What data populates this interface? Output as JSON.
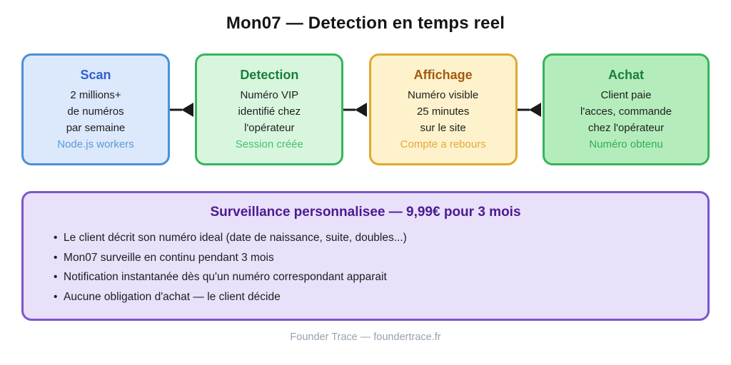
{
  "page": {
    "title": "Mon07 — Detection en temps reel",
    "footer": "Founder Trace — foundertrace.fr"
  },
  "flow": {
    "arrow_direction": "left",
    "arrow_color": "#1a1a1a",
    "boxes": [
      {
        "id": "scan",
        "title": "Scan",
        "lines": [
          "2 millions+",
          "de numéros",
          "par semaine"
        ],
        "note": "Node.js workers",
        "bg": "#dce8fb",
        "border": "#4a90d9",
        "title_color": "#2e5fd3",
        "note_color": "#5b9bd8"
      },
      {
        "id": "detection",
        "title": "Detection",
        "lines": [
          "Numéro VIP",
          "identifié chez",
          "l'opérateur"
        ],
        "note": "Session créée",
        "bg": "#d8f6de",
        "border": "#36b45c",
        "title_color": "#1b7e3c",
        "note_color": "#43c06d"
      },
      {
        "id": "affichage",
        "title": "Affichage",
        "lines": [
          "Numéro visible",
          "25 minutes",
          "sur le site"
        ],
        "note": "Compte a rebours",
        "bg": "#fdf2cb",
        "border": "#e2a72e",
        "title_color": "#a4590f",
        "note_color": "#e9a63c"
      },
      {
        "id": "achat",
        "title": "Achat",
        "lines": [
          "Client paie",
          "l'acces, commande",
          "chez l'opérateur"
        ],
        "note": "Numéro obtenu",
        "bg": "#b4edbb",
        "border": "#36b45c",
        "title_color": "#1b7e3c",
        "note_color": "#2fae57"
      }
    ]
  },
  "panel": {
    "title": "Surveillance personnalisee — 9,99€ pour 3 mois",
    "bg": "#e9e0fa",
    "border": "#7d55cc",
    "title_color": "#4c1a90",
    "bullets": [
      "Le client décrit son numéro ideal (date de naissance, suite, doubles...)",
      "Mon07 surveille en continu pendant 3 mois",
      "Notification instantanée dès qu'un numéro correspondant apparait",
      "Aucune obligation d'achat — le client décide"
    ]
  }
}
